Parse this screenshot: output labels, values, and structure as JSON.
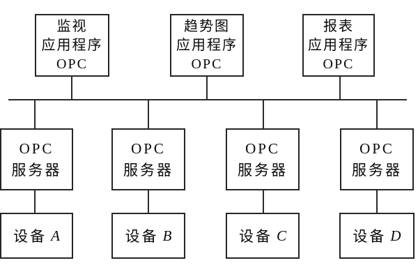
{
  "diagram": {
    "type": "block-diagram",
    "colors": {
      "background": "#ffffff",
      "line": "#2b2b2b",
      "text": "#0a0a0a"
    },
    "applications": [
      {
        "line1": "监视",
        "line2": "应用程序",
        "line3": "OPC"
      },
      {
        "line1": "趋势图",
        "line2": "应用程序",
        "line3": "OPC"
      },
      {
        "line1": "报表",
        "line2": "应用程序",
        "line3": "OPC"
      }
    ],
    "servers": [
      {
        "line1": "OPC",
        "line2": "服务器"
      },
      {
        "line1": "OPC",
        "line2": "服务器"
      },
      {
        "line1": "OPC",
        "line2": "服务器"
      },
      {
        "line1": "OPC",
        "line2": "服务器"
      }
    ],
    "devices": [
      {
        "prefix": "设备",
        "letter": "A"
      },
      {
        "prefix": "设备",
        "letter": "B"
      },
      {
        "prefix": "设备",
        "letter": "C"
      },
      {
        "prefix": "设备",
        "letter": "D"
      }
    ]
  }
}
